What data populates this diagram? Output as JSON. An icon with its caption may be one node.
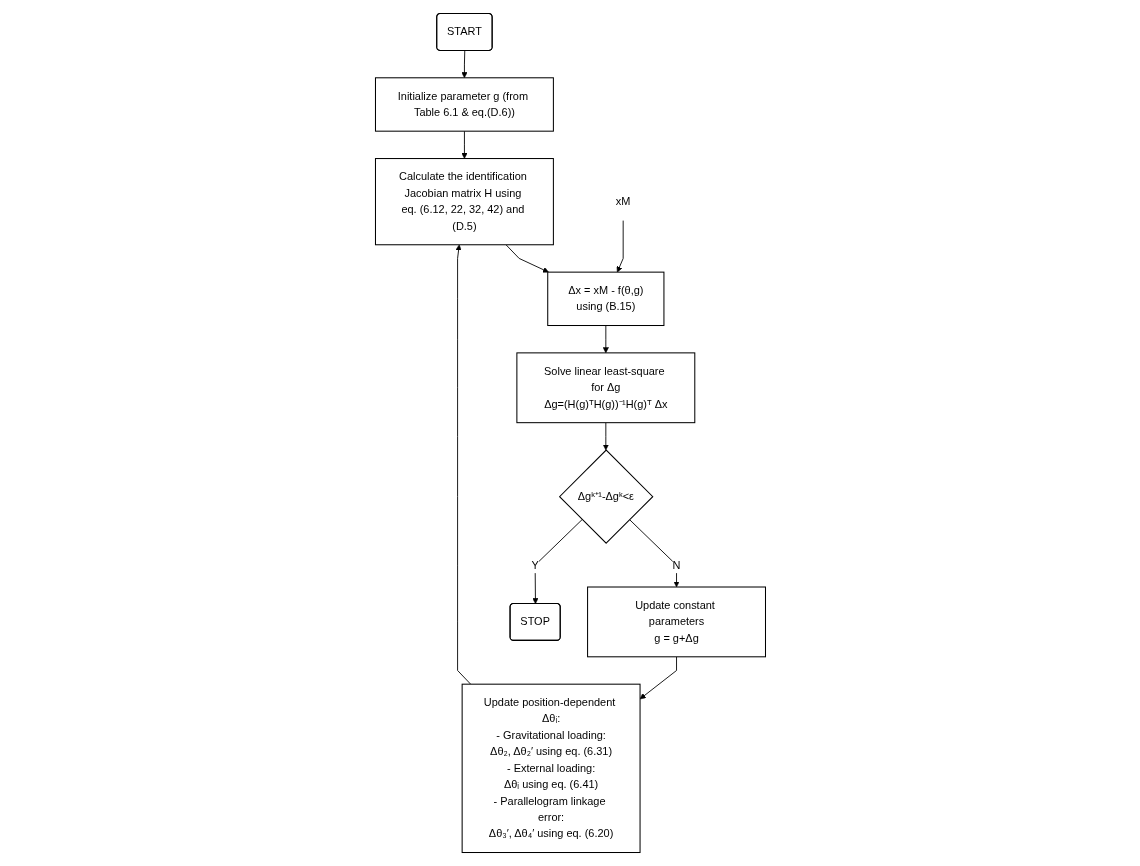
{
  "diagram": {
    "nodes": [
      {
        "text": [
          "START"
        ]
      },
      {
        "text": [
          "Initialize parameter g (from Table 6.1 & eq.(D.6))"
        ]
      },
      {
        "text": [
          "Update position-dependent Δθᵢ:",
          "- Gravitational loading:",
          "Δθ₂, Δθ₂′ using eq. (6.31)",
          "- External loading:",
          "Δθᵢ using eq. (6.41)",
          "- Parallelogram linkage error:",
          "Δθ₃′, Δθ₄′ using eq. (6.20)"
        ]
      },
      {
        "text": [
          "Calculate the identification Jacobian matrix H using eq. (6.12, 22, 32, 42) and (D.5)"
        ]
      },
      {
        "text": [
          "xM"
        ]
      },
      {
        "text": [
          "Δx = xM - f(θ,g)",
          "using (B.15)"
        ]
      },
      {
        "text": [
          "Solve linear least-square for Δg",
          "Δg=(H(g)ᵀH(g))⁻¹H(g)ᵀ Δx"
        ]
      },
      {
        "text": [
          "Update constant parameters",
          "g = g+Δg"
        ]
      },
      {
        "text": [
          "Δgᵏ⁺¹-Δgᵏ<ε"
        ]
      },
      {
        "text": [
          "STOP"
        ]
      }
    ],
    "edges": [
      {
        "from": 0,
        "to": 1,
        "arrow": "to"
      },
      {
        "from": 1,
        "to": 3,
        "arrow": "to"
      },
      {
        "from": 2,
        "to": 3,
        "arrow": "to"
      },
      {
        "from": 3,
        "to": 5,
        "arrow": "to"
      },
      {
        "from": 4,
        "to": 5,
        "arrow": "to"
      },
      {
        "from": 5,
        "to": 6,
        "arrow": "to"
      },
      {
        "from": 6,
        "to": 8,
        "arrow": "to"
      },
      {
        "from": 8,
        "to": 7,
        "arrow": "to",
        "label": "N"
      },
      {
        "from": 7,
        "to": 2,
        "arrow": "to"
      },
      {
        "from": 8,
        "to": 9,
        "arrow": "to",
        "label": "Y"
      }
    ]
  }
}
